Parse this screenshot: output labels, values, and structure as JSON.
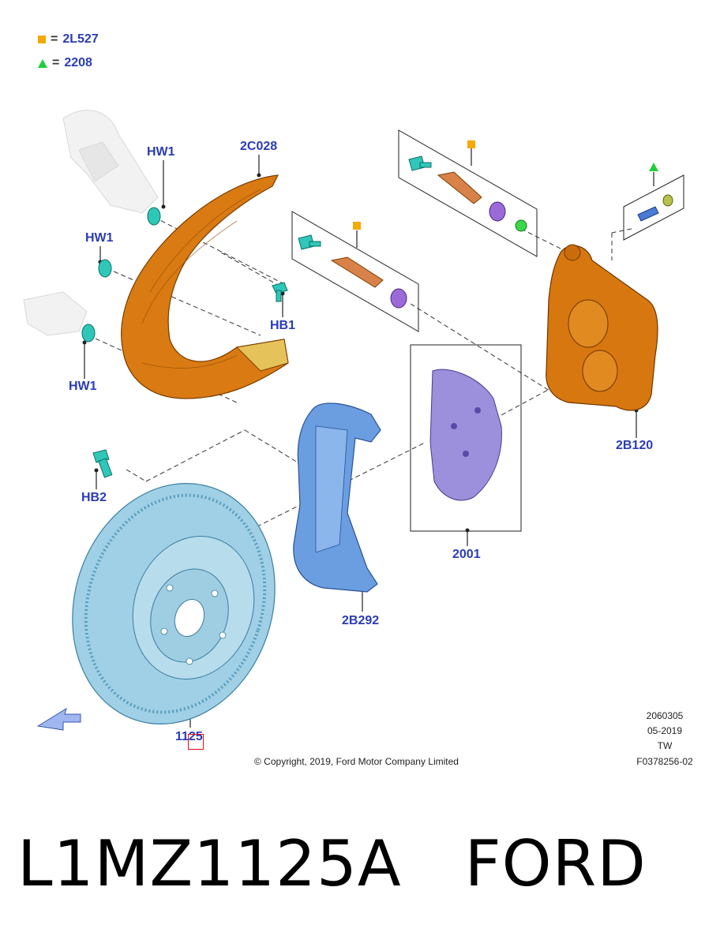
{
  "legend": [
    {
      "symbol": "square",
      "code": "2L527",
      "color": "#f5a800"
    },
    {
      "symbol": "triangle",
      "code": "2208",
      "color": "#1fcf3a"
    }
  ],
  "callouts": {
    "hw1_top": "HW1",
    "c028": "2C028",
    "hw1_mid": "HW1",
    "hb1": "HB1",
    "hw1_bottom": "HW1",
    "b120": "2B120",
    "hb2": "HB2",
    "p2001": "2001",
    "b292": "2B292",
    "p1125": "1125"
  },
  "meta": {
    "code1": "2060305",
    "date": "05-2019",
    "region": "TW",
    "figure": "F0378256-02"
  },
  "copyright": "© Copyright, 2019, Ford Motor Company Limited",
  "part_number": "L1MZ1125A",
  "brand": "FORD",
  "colors": {
    "callout_text": "#2a3cb4",
    "shield_orange": "#d97a12",
    "caliper_orange": "#d7770f",
    "bracket_blue": "#6a9ee0",
    "pad_purple": "#9c8fdc",
    "rotor_blue": "#9fd0e6",
    "bolt_teal": "#2fc7b8"
  }
}
